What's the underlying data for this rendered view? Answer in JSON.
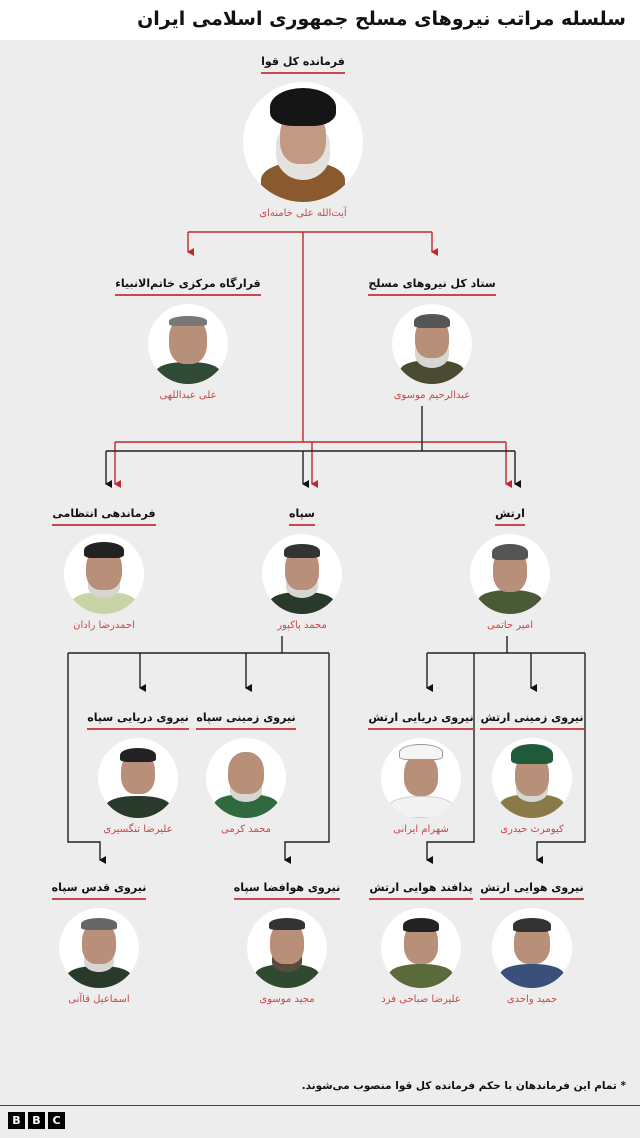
{
  "header": {
    "title": "سلسله مراتب نیروهای مسلح جمهوری اسلامی ایران"
  },
  "colors": {
    "accent": "#c8484b",
    "red_line": "#c0282d",
    "black_line": "#222222",
    "background": "#ededed",
    "header_bg": "#ffffff"
  },
  "nodes": {
    "supreme": {
      "title": "فرمانده کل قوا",
      "name": "آیت‌الله علی خامنه‌ای"
    },
    "general_staff": {
      "title": "ستاد کل نیروهای مسلح",
      "name": "عبدالرحیم موسوی"
    },
    "khatam": {
      "title": "قرارگاه مرکزی خاتم‌الانبیاء",
      "name": "علی عبداللهی"
    },
    "artesh": {
      "title": "ارتش",
      "name": "امیر حاتمی"
    },
    "sepah": {
      "title": "سپاه",
      "name": "محمد پاکپور"
    },
    "police": {
      "title": "فرماندهی انتظامی",
      "name": "احمدرضا رادان"
    },
    "artesh_ground": {
      "title": "نیروی زمینی ارتش",
      "name": "کیومرث حیدری"
    },
    "artesh_navy": {
      "title": "نیروی دریایی ارتش",
      "name": "شهرام ایرانی"
    },
    "sepah_ground": {
      "title": "نیروی زمینی سپاه",
      "name": "محمد کرمی"
    },
    "sepah_navy": {
      "title": "نیروی دریایی سپاه",
      "name": "علیرضا تنگسیری"
    },
    "artesh_air": {
      "title": "نیروی هوایی ارتش",
      "name": "حمید واحدی"
    },
    "artesh_airdef": {
      "title": "پدافند هوایی ارتش",
      "name": "علیرضا صباحی فرد"
    },
    "sepah_aero": {
      "title": "نیروی هوافضا سپاه",
      "name": "مجید موسوی"
    },
    "quds": {
      "title": "نیروی قدس سپاه",
      "name": "اسماعیل قاآنی"
    }
  },
  "footnote": "* تمام این فرماندهان با حکم فرمانده کل قوا منصوب می‌شوند.",
  "logo": {
    "letters": [
      "B",
      "B",
      "C"
    ]
  }
}
